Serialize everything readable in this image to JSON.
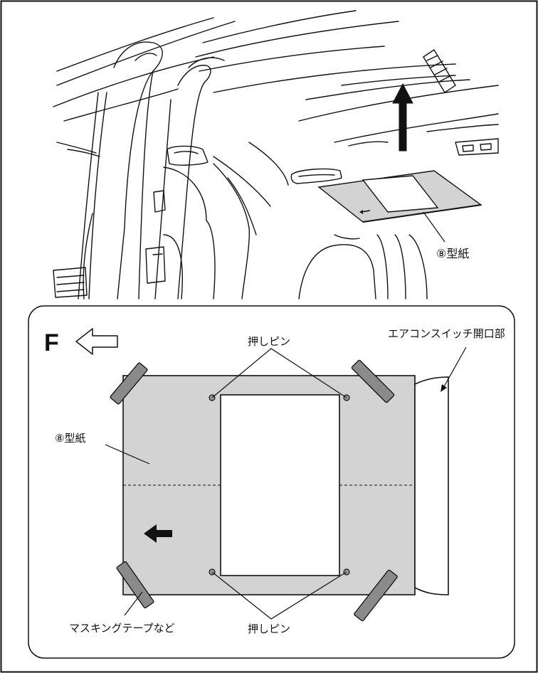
{
  "top_panel": {
    "template_label": "⑧型紙"
  },
  "bottom_panel": {
    "front_marker": "F",
    "template_label": "⑧型紙",
    "push_pin_top": "押しピン",
    "push_pin_bottom": "押しピン",
    "ac_switch_opening": "エアコンスイッチ開口部",
    "masking_tape": "マスキングテープなど"
  },
  "colors": {
    "line": "#111111",
    "template_fill": "#d3d3d3",
    "tape_fill": "#8a8a8a",
    "background": "#ffffff"
  }
}
